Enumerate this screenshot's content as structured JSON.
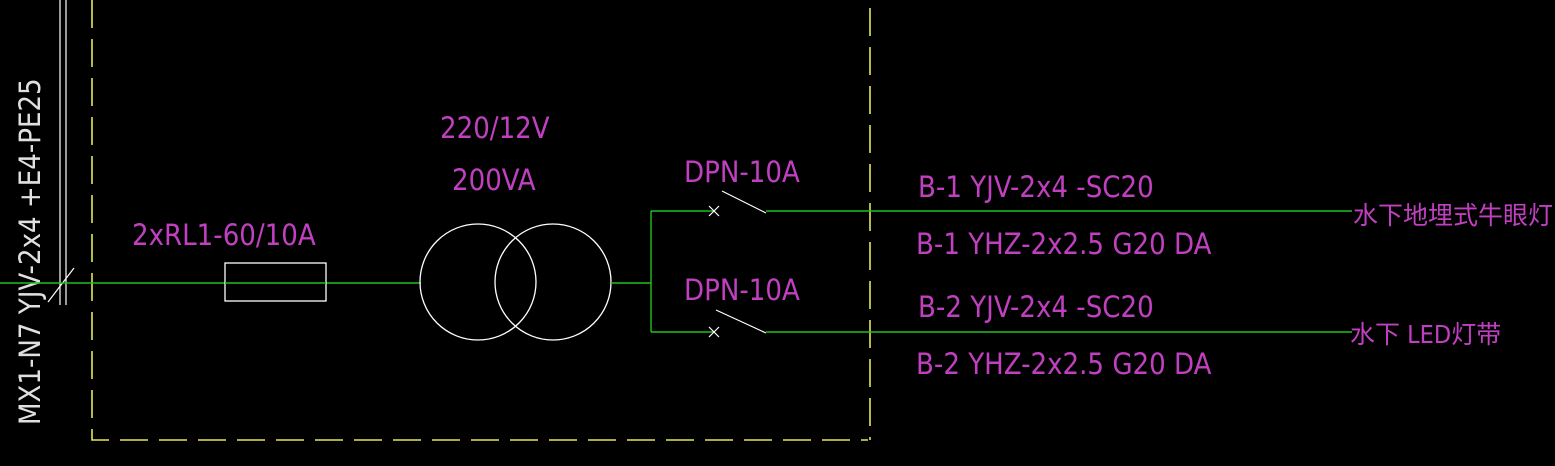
{
  "colors": {
    "background": "#000000",
    "wire": "#1fbf1f",
    "boundary": "#e6e65a",
    "label": "#c040c0",
    "symbol": "#ffffff",
    "supply_label": "#e0e0e0"
  },
  "supply": {
    "cable": "MX1-N7 YJV-2x4 +E4-PE25"
  },
  "fuse": {
    "label": "2xRL1-60/10A"
  },
  "transformer": {
    "ratio": "220/12V",
    "rating": "200VA"
  },
  "branches": [
    {
      "breaker": "DPN-10A",
      "cable_main": "B-1 YJV-2x4 -SC20",
      "cable_sub": "B-1 YHZ-2x2.5 G20 DA",
      "load": "水下地埋式牛眼灯"
    },
    {
      "breaker": "DPN-10A",
      "cable_main": "B-2 YJV-2x4 -SC20",
      "cable_sub": "B-2 YHZ-2x2.5 G20 DA",
      "load": "水下 LED灯带"
    }
  ]
}
